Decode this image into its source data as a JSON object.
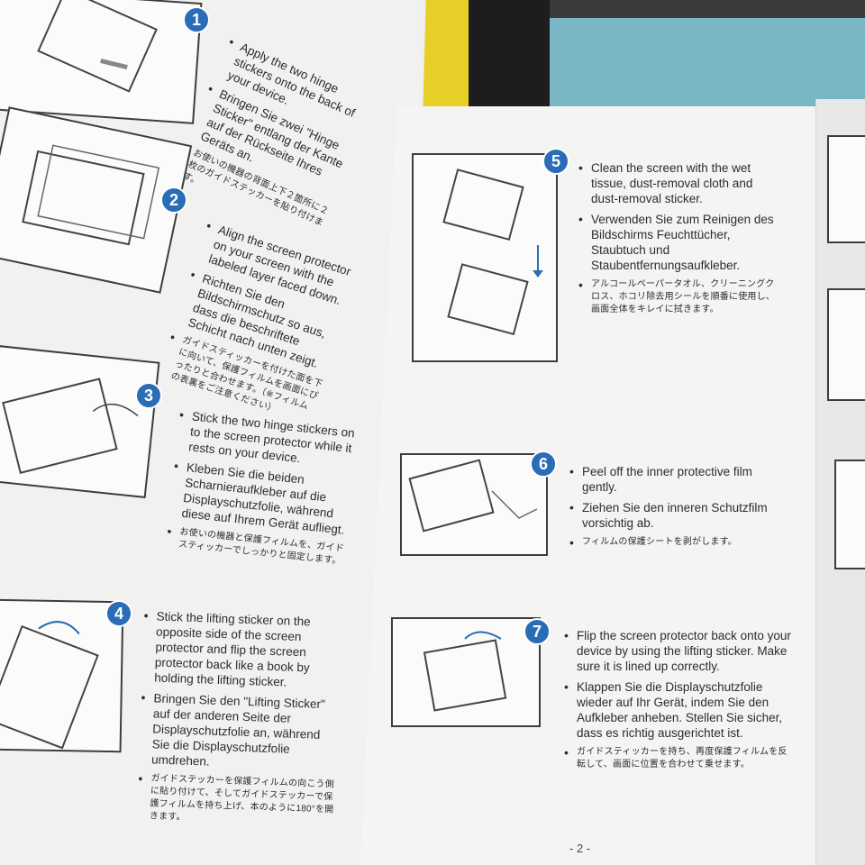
{
  "steps": [
    {
      "num": "1",
      "en": "Apply the two hinge stickers onto the back of your device.",
      "de": "Bringen Sie zwei \"Hinge Sticker\" entlang der Kante auf der Rückseite Ihres Geräts an.",
      "jp": "お使いの機器の背面上下２箇所に２枚のガイドステッカーを貼り付けます。"
    },
    {
      "num": "2",
      "en": "Align the screen protector on your screen with the labeled layer faced down.",
      "de": "Richten Sie den Bildschirmschutz so aus, dass die beschriftete Schicht nach unten zeigt.",
      "jp": "ガイドスティッカーを付けた面を下に向いて、保護フィルムを画面にぴったりと合わせます。（※フィルムの表裏をご注意ください）"
    },
    {
      "num": "3",
      "en": "Stick the two hinge stickers on to the screen protector while it rests on your device.",
      "de": "Kleben Sie die beiden Scharnieraufkleber auf die Displayschutzfolie, während diese auf Ihrem Gerät aufliegt.",
      "jp": "お使いの機器と保護フィルムを、ガイドスティッカーでしっかりと固定します。"
    },
    {
      "num": "4",
      "en": "Stick the lifting sticker on the opposite side of the screen protector and flip the screen protector back like a book by holding the lifting sticker.",
      "de": "Bringen Sie den \"Lifting Sticker\" auf der anderen Seite der Displayschutzfolie an, während Sie die Displayschutzfolie umdrehen.",
      "jp": "ガイドステッカーを保護フィルムの向こう側に貼り付けて、そしてガイドステッカーで保護フィルムを持ち上げ、本のように180°を開きます。"
    },
    {
      "num": "5",
      "en": "Clean the screen with the wet tissue, dust-removal cloth and dust-removal sticker.",
      "de": "Verwenden Sie zum Reinigen des Bildschirms Feuchttücher, Staubtuch und Staubentfernungsaufkleber.",
      "jp": "アルコールペーパータオル、クリーニングクロス、ホコリ除去用シールを順番に使用し、画面全体をキレイに拭きます。"
    },
    {
      "num": "6",
      "en": "Peel off the inner protective film gently.",
      "de": "Ziehen Sie den inneren Schutzfilm vorsichtig ab.",
      "jp": "フィルムの保護シートを剥がします。"
    },
    {
      "num": "7",
      "en": "Flip the screen protector back onto your device by using the lifting sticker. Make sure it is lined up correctly.",
      "de": "Klappen Sie die Displayschutzfolie wieder auf Ihr Gerät, indem Sie den Aufkleber anheben. Stellen Sie sicher, dass es richtig ausgerichtet ist.",
      "jp": "ガイドスティッカーを持ち、再度保護フィルムを反転して、画面に位置を合わせて乗せます。"
    }
  ],
  "page_number": "- 2 -",
  "colors": {
    "step_badge": "#2a6db6",
    "background_box": "#e8cf27",
    "background_blue": "#79b7c7"
  }
}
